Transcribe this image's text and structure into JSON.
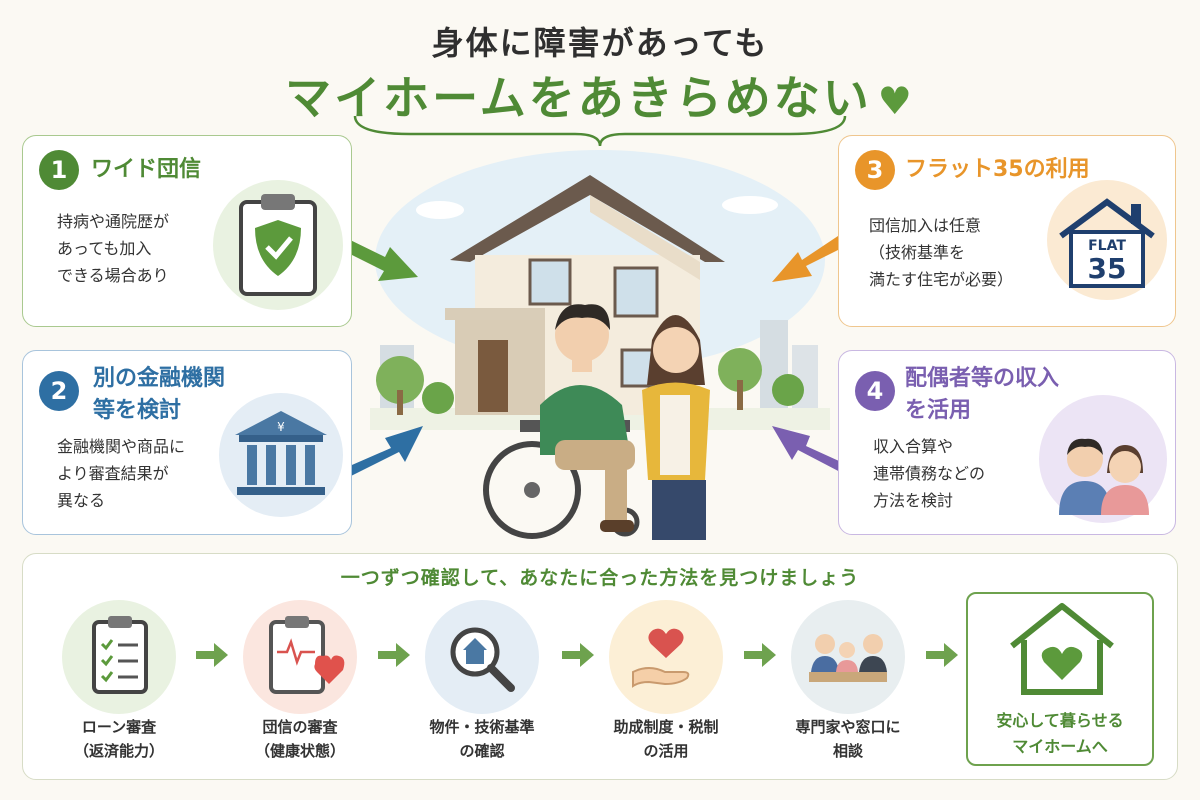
{
  "title": {
    "line1": "身体に障害があっても",
    "line2": "マイホームをあきらめない",
    "heart": "♥"
  },
  "cards": [
    {
      "number": "1",
      "title": "ワイド団信",
      "body": "持病や通院歴が\nあっても加入\nできる場合あり",
      "icon": "clipboard-shield-icon",
      "accent": "#4f8a35"
    },
    {
      "number": "2",
      "title": "別の金融機関\n等を検討",
      "body": "金融機関や商品に\nより審査結果が\n異なる",
      "icon": "bank-icon",
      "accent": "#2e6fa3"
    },
    {
      "number": "3",
      "title": "フラット35の利用",
      "body": "団信加入は任意\n（技術基準を\n満たす住宅が必要）",
      "icon": "flat35-house-icon",
      "icon_text_top": "FLAT",
      "icon_text_bottom": "35",
      "accent": "#e8952a"
    },
    {
      "number": "4",
      "title": "配偶者等の収入\nを活用",
      "body": "収入合算や\n連帯債務などの\n方法を検討",
      "icon": "couple-icon",
      "accent": "#7a5fb0"
    }
  ],
  "bottom": {
    "title": "一つずつ確認して、あなたに合った方法を見つけましょう",
    "steps": [
      {
        "label": "ローン審査\n（返済能力）",
        "icon": "checklist-icon"
      },
      {
        "label": "団信の審査\n（健康状態）",
        "icon": "health-clipboard-icon"
      },
      {
        "label": "物件・技術基準\nの確認",
        "icon": "house-search-icon"
      },
      {
        "label": "助成制度・税制\nの活用",
        "icon": "heart-hand-icon"
      },
      {
        "label": "専門家や窓口に\n相談",
        "icon": "consultation-icon"
      }
    ],
    "final": {
      "label": "安心して暮らせる\nマイホームへ",
      "icon": "heart-house-icon"
    }
  },
  "colors": {
    "green": "#4f8a35",
    "blue": "#2e6fa3",
    "orange": "#e8952a",
    "purple": "#7a5fb0",
    "background": "#fbf9f3"
  }
}
